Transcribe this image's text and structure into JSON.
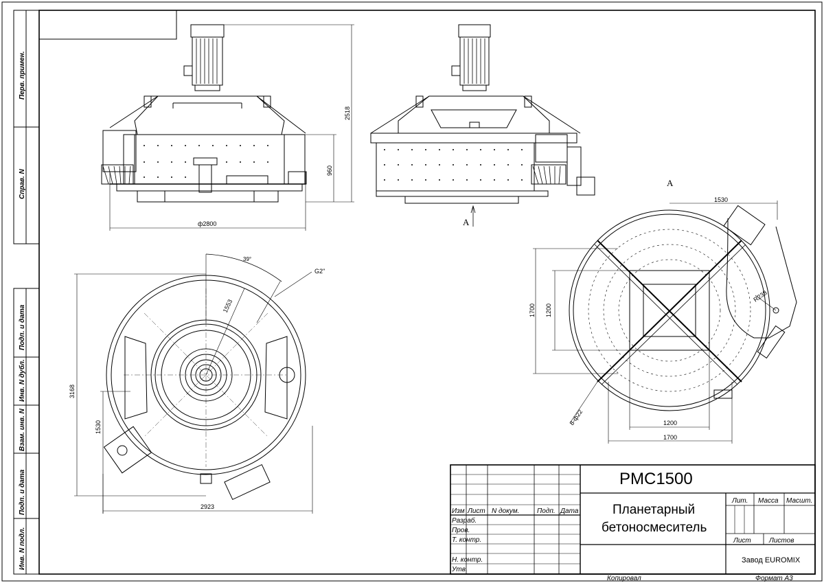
{
  "side_stamp": {
    "perv_primen": "Перв. примен.",
    "sprav_n": "Справ. N",
    "podp_data_1": "Подп. и дата",
    "inv_dubl": "Инв. N дубл.",
    "vzam_inv": "Взам. инв. N",
    "podp_data_2": "Подп. и дата",
    "inv_podl": "Инв. N подл."
  },
  "dimensions": {
    "height_total": "2518",
    "height_body": "960",
    "diameter": "ф2800",
    "angle": "39°",
    "pipe": "G2\"",
    "radius_1553": "1553",
    "width_3168": "3168",
    "width_1530_left": "1530",
    "width_2923": "2923",
    "section_a_top": "A",
    "section_a_side": "A",
    "width_1530_right": "1530",
    "radius_238": "R238",
    "h1700": "1700",
    "h1200": "1200",
    "w1200": "1200",
    "w1700": "1700",
    "holes": "8-ф22"
  },
  "title_block": {
    "model": "PMC1500",
    "name_line1": "Планетарный",
    "name_line2": "бетоносмеситель",
    "cols": {
      "izm": "Изм",
      "list": "Лист",
      "n_dokum": "N докум.",
      "podp": "Подп.",
      "data": "Дата"
    },
    "rows": {
      "razrab": "Разраб.",
      "prov": "Пров.",
      "t_kontr": "Т. контр.",
      "n_kontr": "Н. контр.",
      "utv": "Утв."
    },
    "lit": "Лит.",
    "massa": "Масса",
    "masshtab": "Масшт.",
    "list_label": "Лист",
    "listov_label": "Листов",
    "plant": "Завод EUROMIX",
    "kopiroval": "Копировал",
    "format": "Формат A3"
  }
}
